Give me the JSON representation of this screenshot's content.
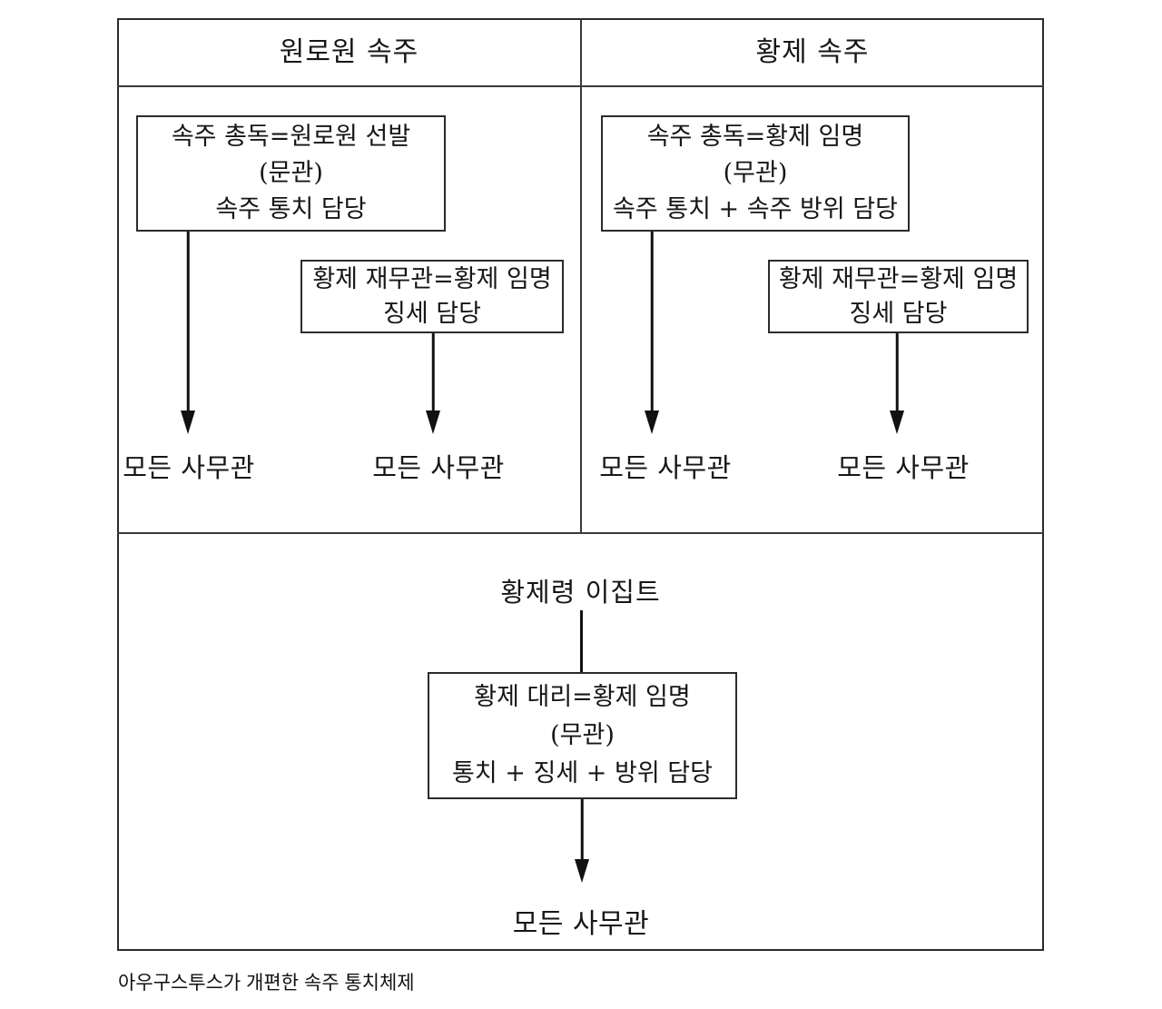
{
  "columns": [
    {
      "title": "원로원 속주",
      "governor_box": [
        "속주 총독=원로원 선발",
        "(문관)",
        "속주 통치 담당"
      ],
      "fiscal_box": [
        "황제 재무관=황제 임명",
        "징세 담당"
      ],
      "governor_target": "모든 사무관",
      "fiscal_target": "모든 사무관"
    },
    {
      "title": "황제 속주",
      "governor_box": [
        "속주 총독=황제 임명",
        "(무관)",
        "속주 통치 + 속주 방위 담당"
      ],
      "fiscal_box": [
        "황제 재무관=황제 임명",
        "징세 담당"
      ],
      "governor_target": "모든 사무관",
      "fiscal_target": "모든 사무관"
    }
  ],
  "egypt": {
    "title": "황제령 이집트",
    "prefect_box": [
      "황제 대리=황제 임명",
      "(무관)",
      "통치 + 징세 + 방위 담당"
    ],
    "target": "모든 사무관"
  },
  "caption": "아우구스투스가 개편한 속주 통치체제"
}
